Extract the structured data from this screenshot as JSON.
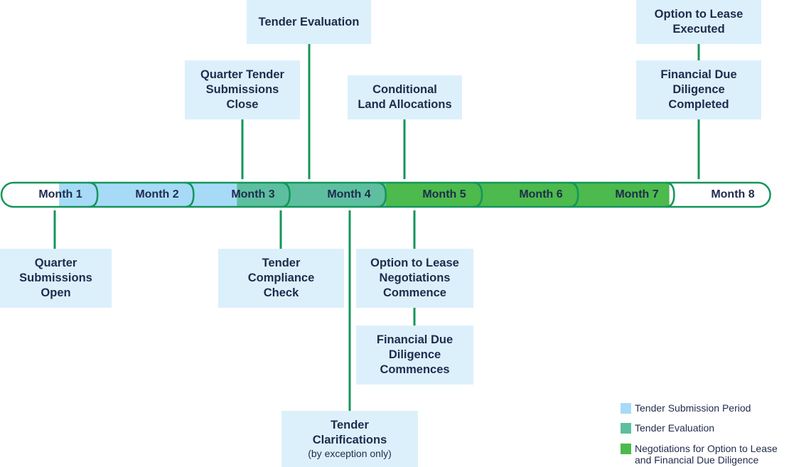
{
  "colors": {
    "tender_submission": "#a7daf7",
    "tender_evaluation": "#5dbf9f",
    "negotiations": "#4cba4c",
    "outline": "#14955a",
    "box_fill": "#dcf0fb",
    "text": "#1f2b4d"
  },
  "months": [
    "Month 1",
    "Month 2",
    "Month 3",
    "Month 4",
    "Month 5",
    "Month 6",
    "Month 7",
    "Month 8"
  ],
  "phases": [
    {
      "key": "tender_submission",
      "from_month": 1.6,
      "to_month": 3.45
    },
    {
      "key": "tender_evaluation",
      "from_month": 3.45,
      "to_month": 5.0
    },
    {
      "key": "negotiations",
      "from_month": 5.0,
      "to_month": 7.95
    }
  ],
  "milestones_above": {
    "tender_evaluation": [
      "Tender Evaluation"
    ],
    "quarter_close": [
      "Quarter Tender",
      "Submissions",
      "Close"
    ],
    "conditional_land": [
      "Conditional",
      "Land Allocations"
    ],
    "option_executed": [
      "Option to Lease",
      "Executed"
    ],
    "financial_completed": [
      "Financial Due",
      "Diligence",
      "Completed"
    ]
  },
  "milestones_below": {
    "quarter_open": [
      "Quarter",
      "Submissions",
      "Open"
    ],
    "compliance_check": [
      "Tender",
      "Compliance",
      "Check"
    ],
    "negotiations_commence": [
      "Option to Lease",
      "Negotiations",
      "Commence"
    ],
    "financial_commences": [
      "Financial Due",
      "Diligence",
      "Commences"
    ],
    "clarifications": [
      "Tender",
      "Clarifications"
    ],
    "clarifications_note": "(by exception only)"
  },
  "legend": {
    "tender_submission": "Tender Submission Period",
    "tender_evaluation": "Tender Evaluation",
    "negotiations_line1": "Negotiations for Option to Lease",
    "negotiations_line2": "and Financial Due Diligence"
  }
}
